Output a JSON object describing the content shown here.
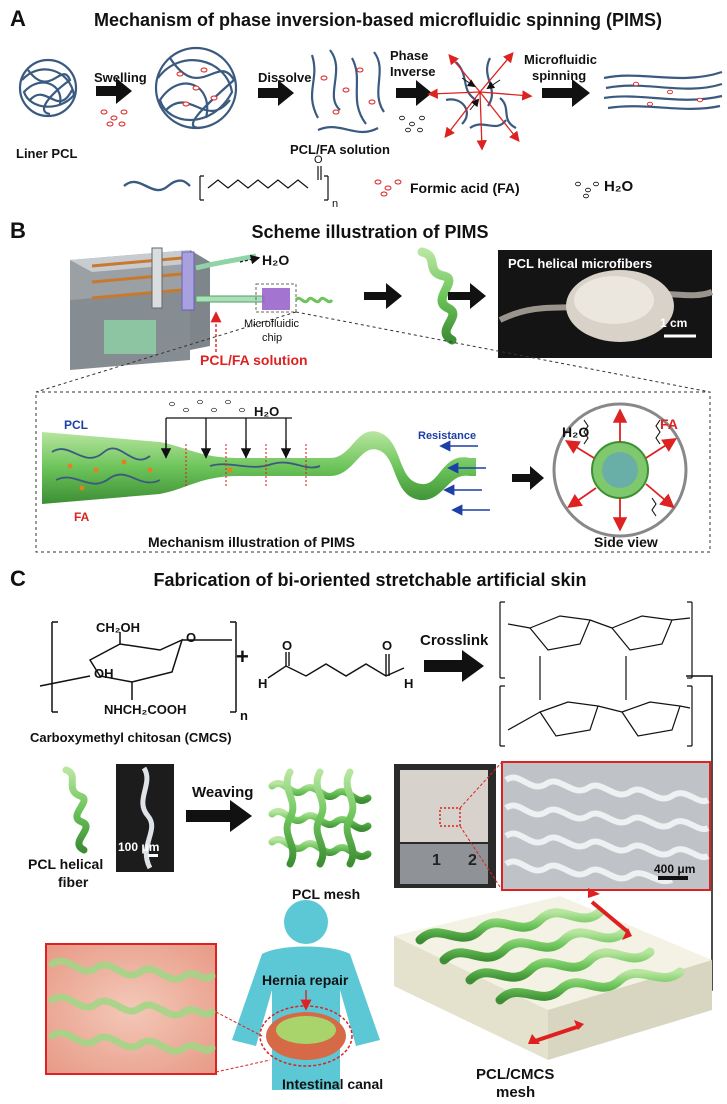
{
  "panel_a": {
    "letter": "A",
    "title": "Mechanism of phase inversion-based microfluidic spinning (PIMS)",
    "step_swelling": "Swelling",
    "step_dissolve": "Dissolve",
    "step_phase_1": "Phase",
    "step_phase_2": "Inverse",
    "step_micro_1": "Microfluidic",
    "step_micro_2": "spinning",
    "label_liner": "Liner PCL",
    "label_solution": "PCL/FA solution",
    "legend_fa": "Formic acid (FA)",
    "legend_water": "H₂O",
    "formula_o": "O",
    "formula_n": "n"
  },
  "panel_b": {
    "letter": "B",
    "title": "Scheme illustration of PIMS",
    "water_label": "H₂O",
    "chip_1": "Microfluidic",
    "chip_2": "chip",
    "solution_label": "PCL/FA solution",
    "photo_title": "PCL helical microfibers",
    "scale_bar": "1 cm",
    "inset_water": "H₂O",
    "pcl_label": "PCL",
    "fa_label": "FA",
    "resistance": "Resistance",
    "mechanism_caption": "Mechanism illustration of PIMS",
    "side_view": "Side view",
    "circle_water": "H₂O",
    "circle_fa": "FA"
  },
  "panel_c": {
    "letter": "C",
    "title": "Fabrication of bi-oriented stretchable artificial skin",
    "ch2oh": "CH₂OH",
    "oh": "OH",
    "o": "O",
    "nh": "NHCH₂COOH",
    "n": "n",
    "plus": "+",
    "h_left": "H",
    "h_right": "H",
    "o_top": "O",
    "crosslink": "Crosslink",
    "cmcs_name": "Carboxymethyl chitosan (CMCS)",
    "weaving": "Weaving",
    "fiber_1": "PCL helical",
    "fiber_2": "fiber",
    "micro_scale": "100 μm",
    "pcl_mesh": "PCL mesh",
    "ruler_1": "1",
    "ruler_2": "2",
    "zoom_scale": "400 μm",
    "hernia": "Hernia repair",
    "intestinal": "Intestinal canal",
    "final_1": "PCL/CMCS",
    "final_2": "mesh"
  }
}
